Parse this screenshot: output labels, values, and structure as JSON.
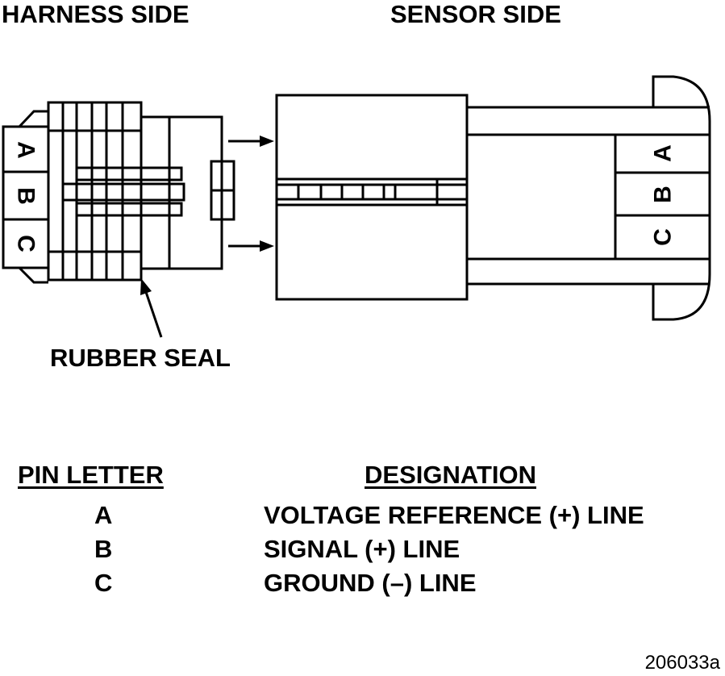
{
  "labels": {
    "harness_side": "HARNESS SIDE",
    "sensor_side": "SENSOR SIDE",
    "rubber_seal": "RUBBER SEAL"
  },
  "harness_pins": [
    "A",
    "B",
    "C"
  ],
  "sensor_pins": [
    "A",
    "B",
    "C"
  ],
  "table": {
    "col_pin": "PIN LETTER",
    "col_designation": "DESIGNATION",
    "rows": [
      {
        "pin": "A",
        "designation": "VOLTAGE REFERENCE (+) LINE"
      },
      {
        "pin": "B",
        "designation": "SIGNAL (+) LINE"
      },
      {
        "pin": "C",
        "designation": "GROUND (–) LINE"
      }
    ]
  },
  "figure_id": "206033a"
}
